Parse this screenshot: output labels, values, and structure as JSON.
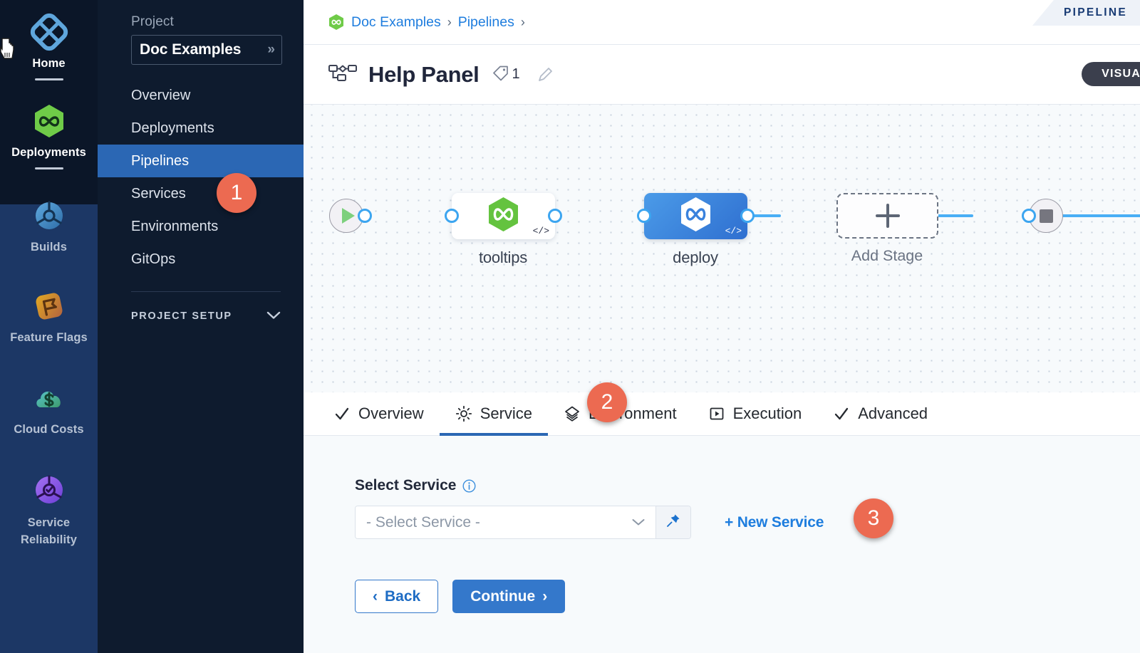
{
  "rail": {
    "items": [
      {
        "label": "Home",
        "icon": "home-diamond-icon",
        "active": true,
        "underline": true
      },
      {
        "label": "Deployments",
        "icon": "deployments-infinity-icon",
        "active": true,
        "underline": true
      },
      {
        "label": "Builds",
        "icon": "builds-icon",
        "active": false,
        "underline": false
      },
      {
        "label": "Feature Flags",
        "icon": "feature-flags-icon",
        "active": false,
        "underline": false
      },
      {
        "label": "Cloud Costs",
        "icon": "cloud-costs-icon",
        "active": false,
        "underline": false
      },
      {
        "label": "Service Reliability",
        "icon": "service-reliability-icon",
        "active": false,
        "underline": false
      }
    ]
  },
  "project": {
    "heading": "Project",
    "selected": "Doc Examples",
    "expand_icon": "»",
    "nav": [
      {
        "label": "Overview",
        "active": false
      },
      {
        "label": "Deployments",
        "active": false
      },
      {
        "label": "Pipelines",
        "active": true
      },
      {
        "label": "Services",
        "active": false
      },
      {
        "label": "Environments",
        "active": false
      },
      {
        "label": "GitOps",
        "active": false
      }
    ],
    "setup_label": "PROJECT SETUP"
  },
  "breadcrumb": {
    "items": [
      "Doc Examples",
      "Pipelines"
    ],
    "separator": "›",
    "trailing_separator": "›"
  },
  "header": {
    "title": "Help Panel",
    "tag_count": "1",
    "pipeline_tag": "PIPELINE",
    "visual_badge": "VISUAL"
  },
  "canvas": {
    "stages": [
      {
        "name": "tooltips",
        "style": "light",
        "code_badge": "</>"
      },
      {
        "name": "deploy",
        "style": "blue",
        "code_badge": "</>"
      }
    ],
    "add_stage_label": "Add Stage",
    "add_stage_glyph": "+"
  },
  "tabs": [
    {
      "label": "Overview",
      "icon": "check-icon",
      "active": false
    },
    {
      "label": "Service",
      "icon": "gear-icon",
      "active": true
    },
    {
      "label": "Environment",
      "icon": "layers-icon",
      "active": false
    },
    {
      "label": "Execution",
      "icon": "play-box-icon",
      "active": false
    },
    {
      "label": "Advanced",
      "icon": "check-icon",
      "active": false
    }
  ],
  "form": {
    "field_label": "Select Service",
    "select_value": "- Select Service -",
    "new_service_label": "+ New Service",
    "back_label": "Back",
    "continue_label": "Continue",
    "back_chevron": "‹",
    "continue_chevron": "›"
  },
  "callouts": [
    {
      "number": "1",
      "target": "sidebar-pipelines"
    },
    {
      "number": "2",
      "target": "tab-service"
    },
    {
      "number": "3",
      "target": "new-service-link"
    }
  ],
  "colors": {
    "accent_blue": "#2B67B4",
    "link_blue": "#1E7DDE",
    "callout_orange": "#EC6A51",
    "rail_top_bg": "#0B1628",
    "rail_bottom_bg": "#1C3765",
    "sidebar_bg": "#0E1B2E",
    "edge_blue": "#49AEF5"
  }
}
